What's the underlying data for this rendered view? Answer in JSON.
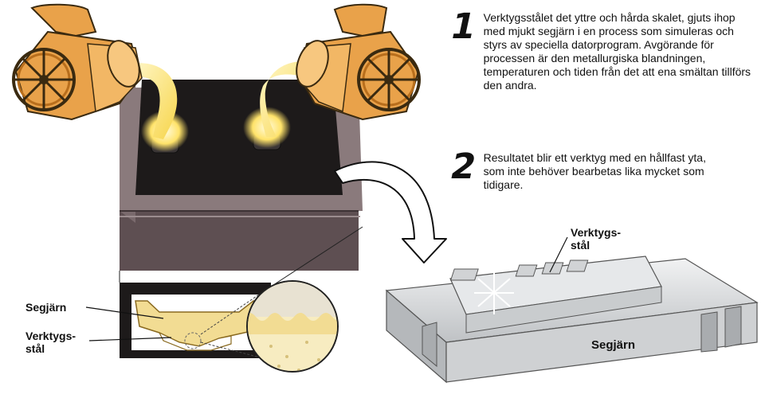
{
  "steps": [
    {
      "number": "1",
      "text": "Verktygsstålet det yttre och hårda skalet, gjuts ihop med mjukt segjärn i en process som simuleras och styrs av speciella datorprogram. Avgörande för processen är den metallurgiska blandningen, temperaturen och tiden från det att ena smältan tillförs den andra."
    },
    {
      "number": "2",
      "text": "Resultatet blir ett verktyg med en hållfast yta, som inte behöver bearbetas lika mycket som tidigare."
    }
  ],
  "labels": {
    "segjarn_left": "Segjärn",
    "verktygsstal_left_1": "Verktygs-",
    "verktygsstal_left_2": "stål",
    "verktygsstal_top_1": "Verktygs-",
    "verktygsstal_top_2": "stål",
    "segjarn_bottom": "Segjärn"
  },
  "colors": {
    "ladle": "#e9a24a",
    "ladle_dark": "#b86e1c",
    "molten": "#ffe36a",
    "box_side": "#6f5f62",
    "box_top": "#8a7a7c",
    "box_inner": "#1d1a1a",
    "steel_tool": "#d8dadc",
    "cross_fill": "#f2dc93"
  }
}
